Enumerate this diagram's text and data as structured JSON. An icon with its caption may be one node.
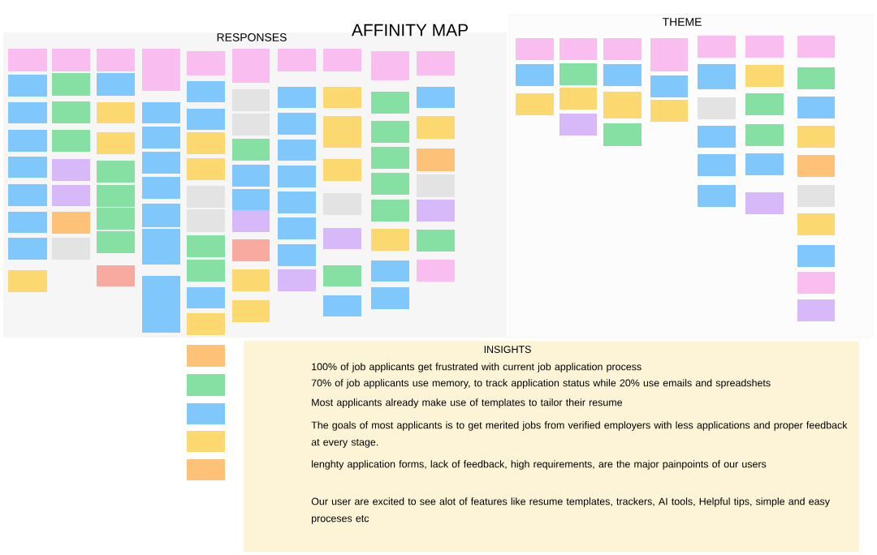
{
  "diagram": {
    "title": "AFFINITY MAP",
    "nodes": [
      {
        "text": [
          "INSIGHTS",
          "100% of job applicants get frustrated with current job application process",
          "70% of job applicants use memory, to track application status while 20% use emails and spreadshets",
          "Most applicants already make use of templates to tailor their resume",
          "The goals of most applicants is to get merited jobs from verified employers with less applications and proper feedback at every stage.",
          "lenghty application forms, lack of feedback, high requirements, are the major painpoints of our users",
          "Our user are excited to see alot of features like resume templates, trackers,  AI tools, Helpful tips, simple and easy proceses etc"
        ]
      }
    ],
    "labels": [
      "RESPONSES",
      "THEME"
    ]
  }
}
